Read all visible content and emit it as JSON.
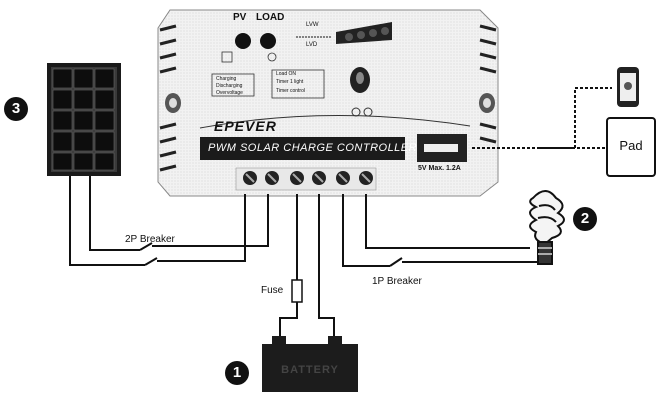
{
  "controller": {
    "indicator_pv": "PV",
    "indicator_load": "LOAD",
    "level_top": "LVW",
    "level_bottom": "LVD",
    "status_charging": "Charging",
    "status_discharging": "Discharging",
    "status_overvoltage": "Overvoltage",
    "load_on": "Load ON",
    "load_timer_1": "Timer 1 light",
    "load_timer_2": "Timer control",
    "brand": "EPEVER",
    "model": "PWM SOLAR CHARGE CONTROLLER",
    "usb_rating": "5V Max. 1.2A"
  },
  "components": {
    "solar_panel_number": "3",
    "load_number": "2",
    "battery_number": "1",
    "battery_label": "BATTERY",
    "pad_label": "Pad"
  },
  "wiring": {
    "breaker_2p": "2P Breaker",
    "breaker_1p": "1P Breaker",
    "fuse": "Fuse"
  },
  "colors": {
    "line": "#111111",
    "usb_dash": "#111111"
  }
}
